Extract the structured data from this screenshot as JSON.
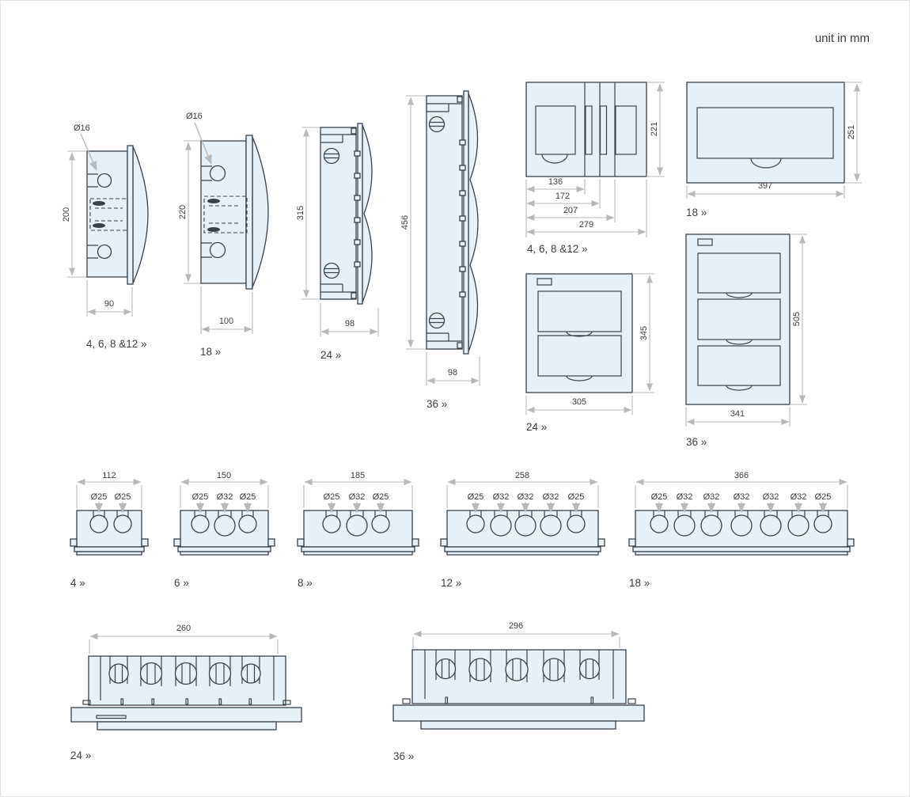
{
  "page": {
    "unit_label": "unit in mm"
  },
  "palette": {
    "drawing_fill": "#e6f0f9",
    "drawing_outline": "#3b414b",
    "dimension_lines": "#b9b9b9",
    "text": "#3f3f3f"
  },
  "side_views": [
    {
      "label": "4, 6, 8 &12 »",
      "entry_diameter": "Ø16",
      "height": "200",
      "depth": "90"
    },
    {
      "label": "18 »",
      "entry_diameter": "Ø16",
      "height": "220",
      "depth": "100"
    },
    {
      "label": "24 »",
      "height": "315",
      "depth": "98"
    },
    {
      "label": "36 »",
      "height": "456",
      "depth": "98"
    }
  ],
  "front_views": [
    {
      "label": "4, 6, 8 &12 »",
      "height": "221",
      "widths": [
        "136",
        "172",
        "207",
        "279"
      ]
    },
    {
      "label": "18 »",
      "height": "251",
      "width": "397"
    },
    {
      "label": "24 »",
      "height": "345",
      "width": "305"
    },
    {
      "label": "36 »",
      "height": "505",
      "width": "341"
    }
  ],
  "knockout_views": [
    {
      "label": "4 »",
      "width": "112",
      "holes": [
        "Ø25",
        "Ø25"
      ]
    },
    {
      "label": "6 »",
      "width": "150",
      "holes": [
        "Ø25",
        "Ø32",
        "Ø25"
      ]
    },
    {
      "label": "8 »",
      "width": "185",
      "holes": [
        "Ø25",
        "Ø32",
        "Ø25"
      ]
    },
    {
      "label": "12 »",
      "width": "258",
      "holes": [
        "Ø25",
        "Ø32",
        "Ø32",
        "Ø32",
        "Ø25"
      ]
    },
    {
      "label": "18 »",
      "width": "366",
      "holes": [
        "Ø25",
        "Ø32",
        "Ø32",
        "Ø32",
        "Ø32",
        "Ø32",
        "Ø25"
      ]
    }
  ],
  "base_views": [
    {
      "label": "24 »",
      "width": "260"
    },
    {
      "label": "36 »",
      "width": "296"
    }
  ]
}
